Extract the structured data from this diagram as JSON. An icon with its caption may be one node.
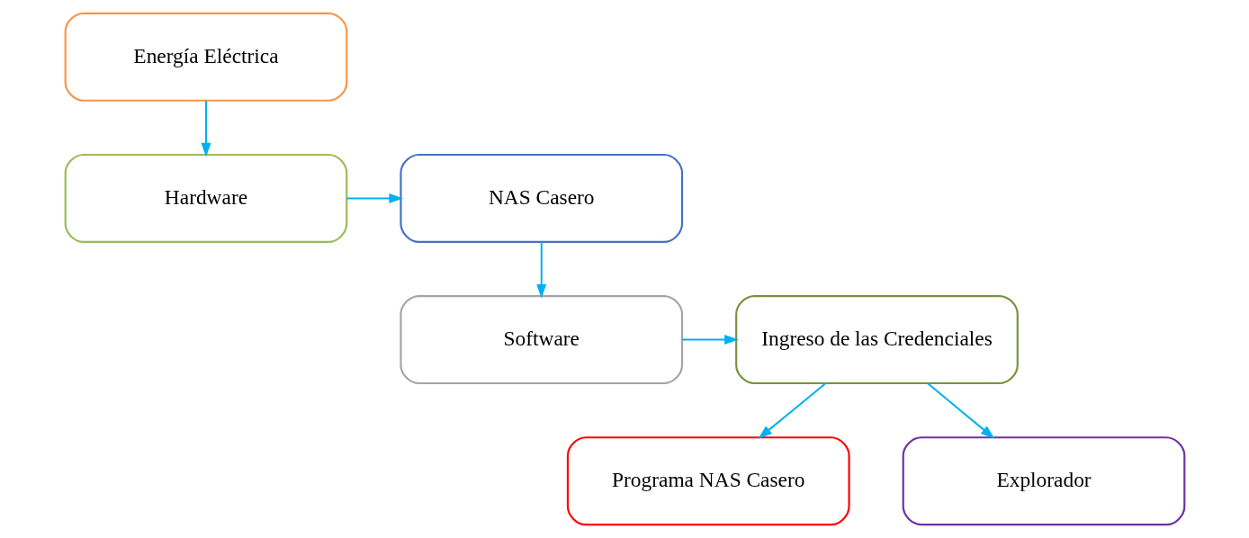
{
  "diagram": {
    "nodes": [
      {
        "text": [
          "Energía Eléctrica"
        ]
      },
      {
        "text": [
          "Hardware"
        ]
      },
      {
        "text": [
          "NAS Casero"
        ]
      },
      {
        "text": [
          "Software"
        ]
      },
      {
        "text": [
          "Ingreso de las Credenciales"
        ]
      },
      {
        "text": [
          "Programa NAS Casero"
        ]
      },
      {
        "text": [
          "Explorador"
        ]
      }
    ],
    "edges": [
      {
        "from": 0,
        "to": 1,
        "arrow": "to"
      },
      {
        "from": 1,
        "to": 2,
        "arrow": "to"
      },
      {
        "from": 2,
        "to": 3,
        "arrow": "to"
      },
      {
        "from": 3,
        "to": 4,
        "arrow": "to"
      },
      {
        "from": 4,
        "to": 5,
        "arrow": "to"
      },
      {
        "from": 4,
        "to": 6,
        "arrow": "to"
      }
    ]
  }
}
